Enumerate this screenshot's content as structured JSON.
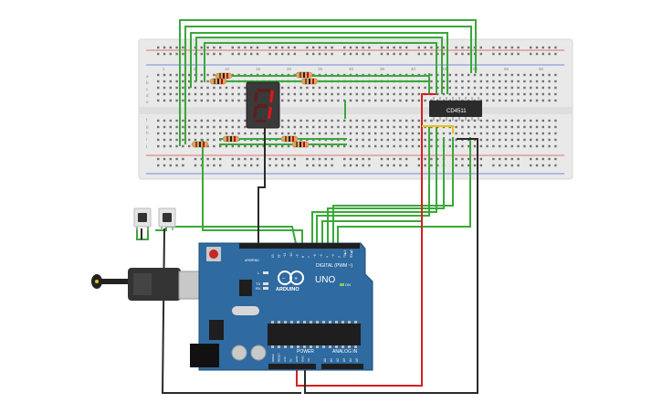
{
  "colors": {
    "background": "#ffffff",
    "breadboard": "#e9e9e9",
    "arduino_board": "#2f6aa0",
    "wire_green": "#3aa83a",
    "wire_red": "#d42020",
    "wire_black": "#2a2a2a",
    "wire_yellow": "#e8c21a",
    "seg_on": "#e01515"
  },
  "breadboard": {
    "col_numbers_top": [
      "1",
      "5",
      "10",
      "15",
      "20",
      "25",
      "30",
      "35",
      "40",
      "45",
      "50",
      "55",
      "60"
    ],
    "row_letters_top": [
      "a",
      "b",
      "c",
      "d",
      "e"
    ],
    "row_letters_bottom": [
      "f",
      "g",
      "h",
      "i",
      "j"
    ]
  },
  "ic": {
    "label": "CD4511"
  },
  "seven_segment": {
    "digit": "1"
  },
  "arduino": {
    "brand": "ARDUINO",
    "model": "UNO",
    "digital_label": "DIGITAL (PWM ~)",
    "power_label": "POWER",
    "analog_label": "ANALOG IN",
    "on_label": "ON",
    "tx_label": "TX",
    "rx_label": "RX",
    "l_label": "L",
    "aref_label": "AREF",
    "gnd_label": "GND",
    "digital_pins": [
      "13",
      "12",
      "~11",
      "~10",
      "~9",
      "8",
      "7",
      "~6",
      "~5",
      "4",
      "~3",
      "2",
      "TX▶1",
      "RX◀0"
    ],
    "power_pins": [
      "IOREF",
      "RESET",
      "3.3V",
      "5V",
      "GND",
      "GND",
      "Vin"
    ],
    "analog_pins": [
      "A0",
      "A1",
      "A2",
      "A3",
      "A4",
      "A5"
    ]
  },
  "components": [
    {
      "name": "resistor"
    },
    {
      "name": "pushbutton"
    },
    {
      "name": "usb-cable"
    }
  ]
}
